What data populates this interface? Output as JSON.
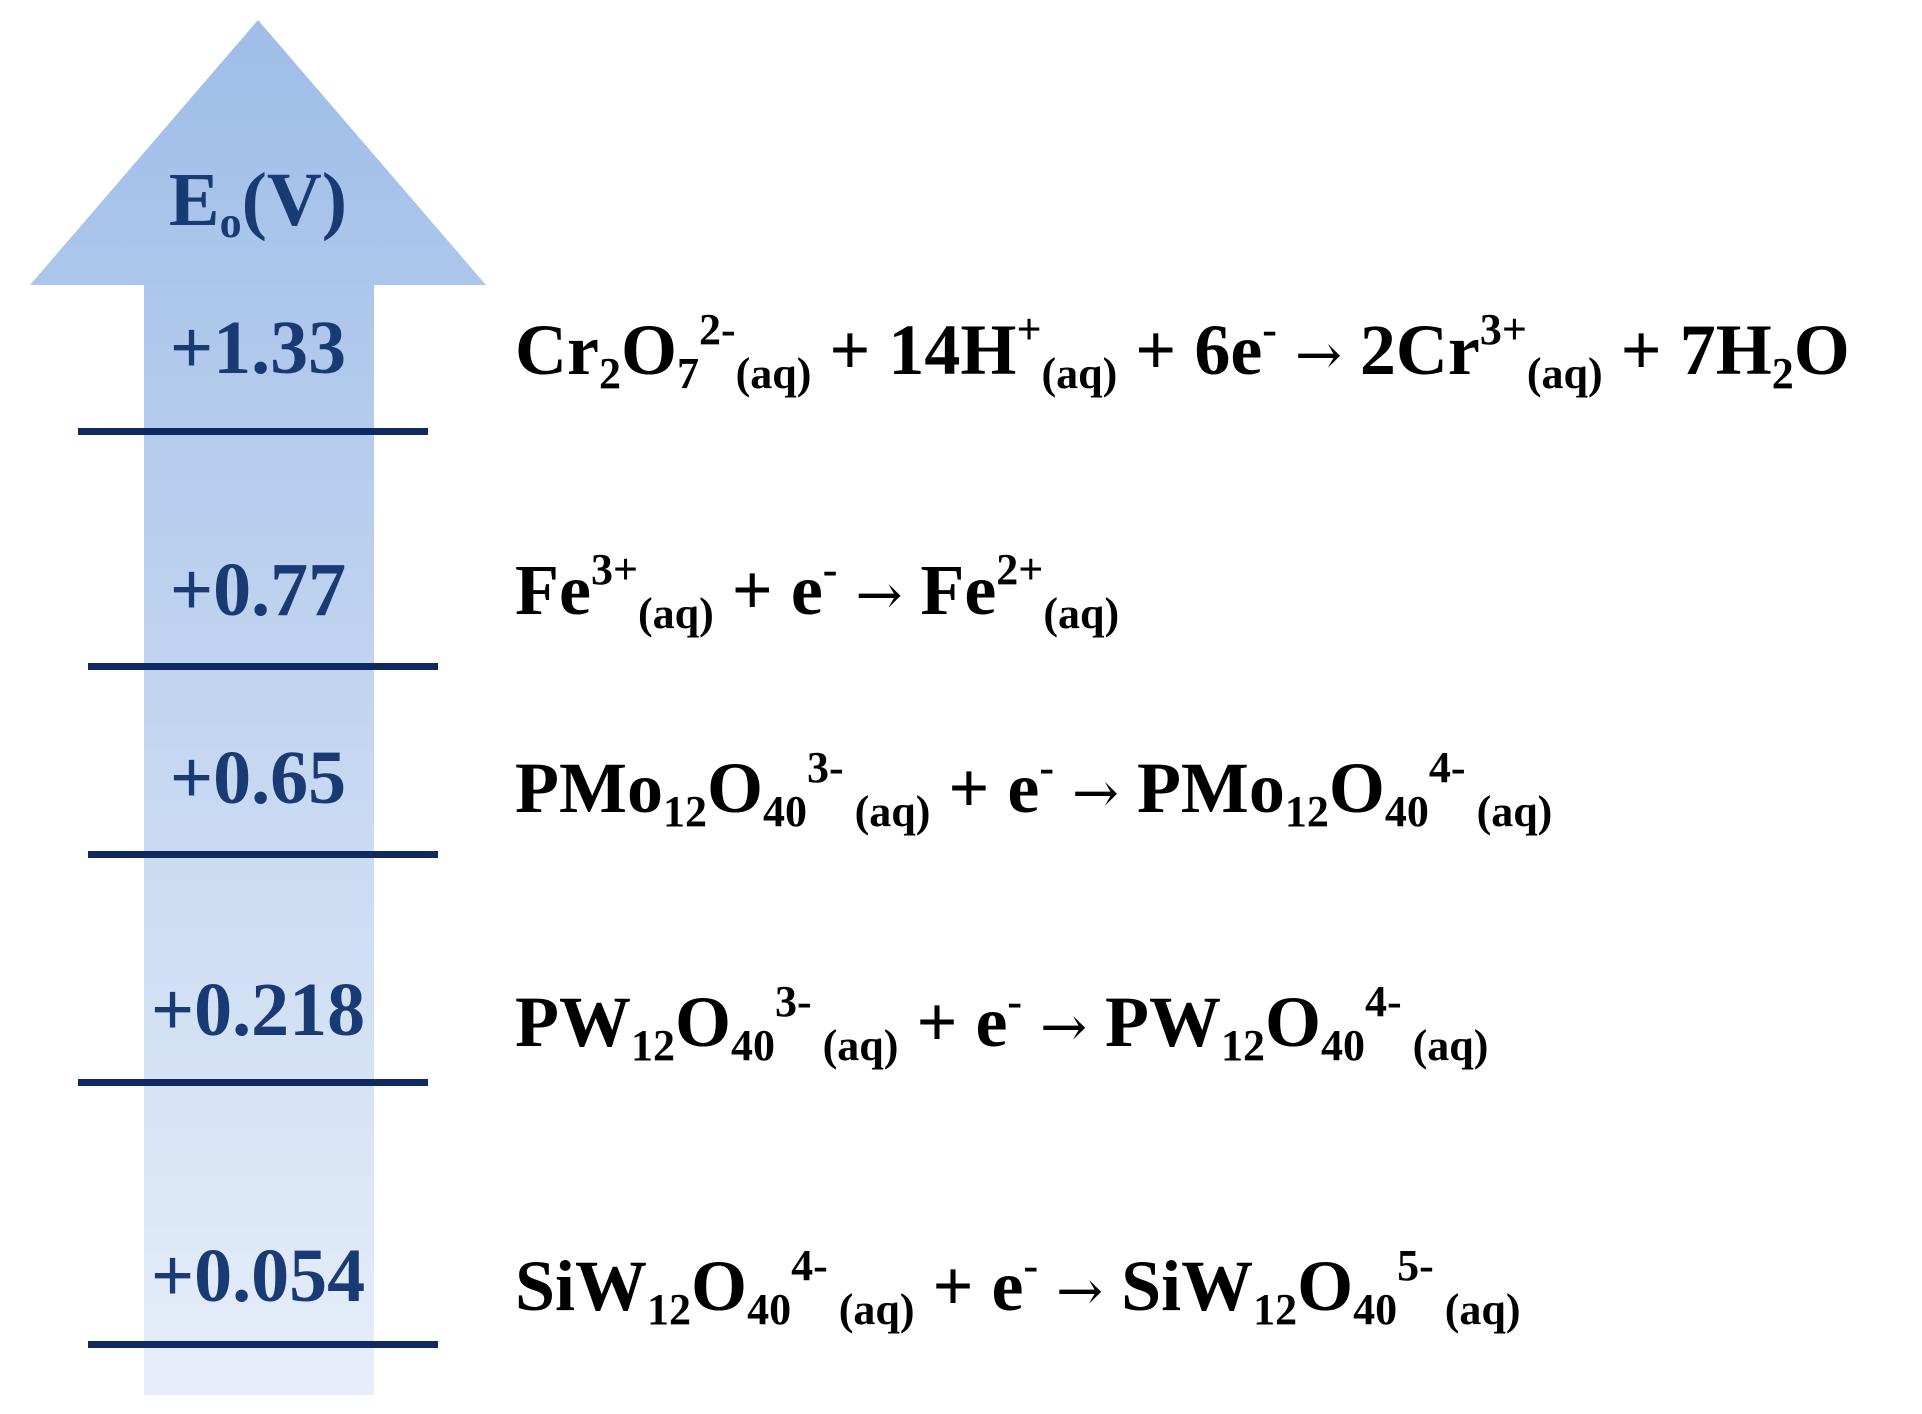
{
  "colors": {
    "arrow_top": "#9fbde8",
    "arrow_bottom": "#e6eef9",
    "text_blue": "#1a3a73",
    "line": "#10295f",
    "reaction_text": "#000000"
  },
  "axis": {
    "symbol": "E",
    "subscript": "o",
    "unit": "(V)"
  },
  "levels": [
    {
      "potential": "+1.33",
      "reaction": [
        {
          "t": "Cr"
        },
        {
          "t": "2",
          "k": "sub"
        },
        {
          "t": "O"
        },
        {
          "t": "7",
          "k": "sub"
        },
        {
          "t": "2-",
          "k": "sup"
        },
        {
          "t": "(aq)",
          "k": "sub"
        },
        {
          "t": " + 14H"
        },
        {
          "t": "+",
          "k": "sup"
        },
        {
          "t": "(aq)",
          "k": "sub"
        },
        {
          "t": " + 6e"
        },
        {
          "t": "-",
          "k": "sup"
        },
        {
          "t": "→",
          "k": "arrow"
        },
        {
          "t": "2Cr"
        },
        {
          "t": "3+",
          "k": "sup"
        },
        {
          "t": "(aq)",
          "k": "sub"
        },
        {
          "t": " + 7H"
        },
        {
          "t": "2",
          "k": "sub"
        },
        {
          "t": "O"
        }
      ]
    },
    {
      "potential": "+0.77",
      "reaction": [
        {
          "t": "Fe"
        },
        {
          "t": "3+",
          "k": "sup"
        },
        {
          "t": "(aq)",
          "k": "sub"
        },
        {
          "t": " + e"
        },
        {
          "t": "-",
          "k": "sup"
        },
        {
          "t": "→",
          "k": "arrow"
        },
        {
          "t": "Fe"
        },
        {
          "t": "2+",
          "k": "sup"
        },
        {
          "t": "(aq)",
          "k": "sub"
        }
      ]
    },
    {
      "potential": "+0.65",
      "reaction": [
        {
          "t": "PMo"
        },
        {
          "t": "12",
          "k": "sub"
        },
        {
          "t": "O"
        },
        {
          "t": "40",
          "k": "sub"
        },
        {
          "t": "3-",
          "k": "sup"
        },
        {
          "t": " (aq)",
          "k": "sub"
        },
        {
          "t": " + e"
        },
        {
          "t": "-",
          "k": "sup"
        },
        {
          "t": "→",
          "k": "arrow"
        },
        {
          "t": "PMo"
        },
        {
          "t": "12",
          "k": "sub"
        },
        {
          "t": "O"
        },
        {
          "t": "40",
          "k": "sub"
        },
        {
          "t": "4-",
          "k": "sup"
        },
        {
          "t": " (aq)",
          "k": "sub"
        }
      ]
    },
    {
      "potential": "+0.218",
      "reaction": [
        {
          "t": "PW"
        },
        {
          "t": "12",
          "k": "sub"
        },
        {
          "t": "O"
        },
        {
          "t": "40",
          "k": "sub"
        },
        {
          "t": "3-",
          "k": "sup"
        },
        {
          "t": " (aq)",
          "k": "sub"
        },
        {
          "t": " + e"
        },
        {
          "t": "-",
          "k": "sup"
        },
        {
          "t": "→",
          "k": "arrow"
        },
        {
          "t": "PW"
        },
        {
          "t": "12",
          "k": "sub"
        },
        {
          "t": "O"
        },
        {
          "t": "40",
          "k": "sub"
        },
        {
          "t": "4-",
          "k": "sup"
        },
        {
          "t": " (aq)",
          "k": "sub"
        }
      ]
    },
    {
      "potential": "+0.054",
      "reaction": [
        {
          "t": "SiW"
        },
        {
          "t": "12",
          "k": "sub"
        },
        {
          "t": "O"
        },
        {
          "t": "40",
          "k": "sub"
        },
        {
          "t": "4-",
          "k": "sup"
        },
        {
          "t": " (aq)",
          "k": "sub"
        },
        {
          "t": " + e"
        },
        {
          "t": "-",
          "k": "sup"
        },
        {
          "t": "→",
          "k": "arrow"
        },
        {
          "t": "SiW"
        },
        {
          "t": "12",
          "k": "sub"
        },
        {
          "t": "O"
        },
        {
          "t": "40",
          "k": "sub"
        },
        {
          "t": "5-",
          "k": "sup"
        },
        {
          "t": " (aq)",
          "k": "sub"
        }
      ]
    }
  ]
}
